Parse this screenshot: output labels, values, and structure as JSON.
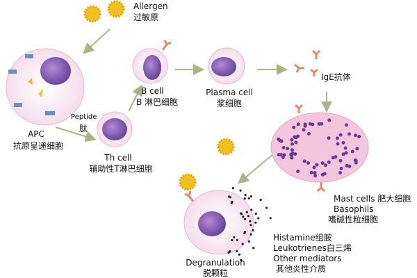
{
  "labels": {
    "allergen_en": "Allergen",
    "allergen_zh": "过敏原",
    "apc_en": "APC",
    "apc_zh": "抗原呈递细胞",
    "peptide_en": "Peptide",
    "peptide_zh": "肽",
    "th_en": "Th cell",
    "th_zh": "辅助性T淋巴细胞",
    "b_en": "B cell",
    "b_zh": "B 淋巴细胞",
    "plasma_en": "Plasma cell",
    "plasma_zh": "浆细胞",
    "ige": "IgE抗体",
    "mast": "Mast cells 肥大细胞",
    "basophils_en": "Basophils",
    "basophils_zh": "嗜碱性粒细胞",
    "degran_en": "Degranulation",
    "degran_zh": "脱颗粒",
    "histamine": "Histamine组胺",
    "leukotrienes": "Leukotrienes白三烯",
    "other_en": "Other mediators",
    "other_zh": "其他炎性介质"
  },
  "colors": {
    "arrow": "#a9b585",
    "nucleus": "#7b4fb0",
    "cell": "#f7e4ef",
    "allergen": "#f2c01e",
    "ige": "#e8866b"
  }
}
